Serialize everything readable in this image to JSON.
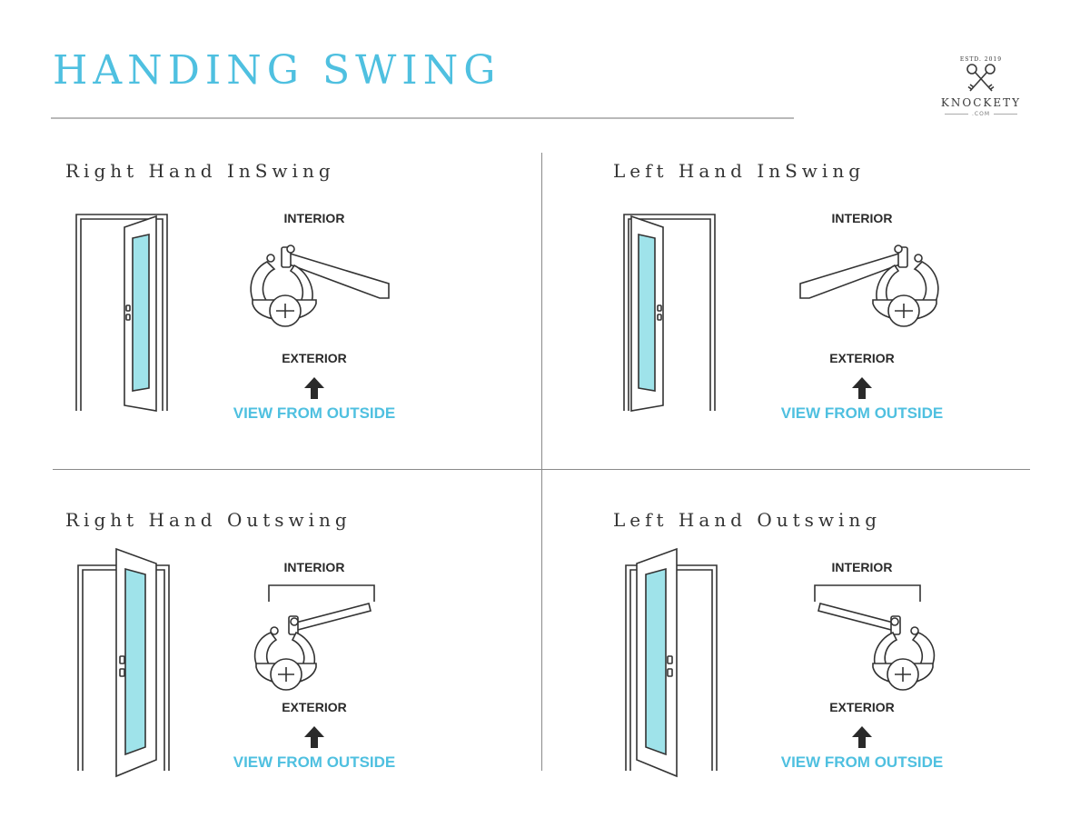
{
  "header": {
    "title": "HANDING SWING"
  },
  "brand": {
    "established": "ESTD. 2019",
    "name": "KNOCKETY",
    "domain": ".COM"
  },
  "panels": [
    {
      "title": "Right Hand InSwing",
      "interior_label": "INTERIOR",
      "exterior_label": "EXTERIOR",
      "view_label": "VIEW FROM OUTSIDE"
    },
    {
      "title": "Left Hand InSwing",
      "interior_label": "INTERIOR",
      "exterior_label": "EXTERIOR",
      "view_label": "VIEW FROM OUTSIDE"
    },
    {
      "title": "Right Hand Outswing",
      "interior_label": "INTERIOR",
      "exterior_label": "EXTERIOR",
      "view_label": "VIEW FROM OUTSIDE"
    },
    {
      "title": "Left Hand Outswing",
      "interior_label": "INTERIOR",
      "exterior_label": "EXTERIOR",
      "view_label": "VIEW FROM OUTSIDE"
    }
  ],
  "colors": {
    "accent": "#4fc0e0",
    "glass": "#9fe3ea",
    "line": "#333333"
  },
  "icons": {
    "keys": "crossed-keys-icon",
    "arrow": "arrow-up-icon",
    "person": "person-top-view-icon",
    "door": "door-icon"
  }
}
